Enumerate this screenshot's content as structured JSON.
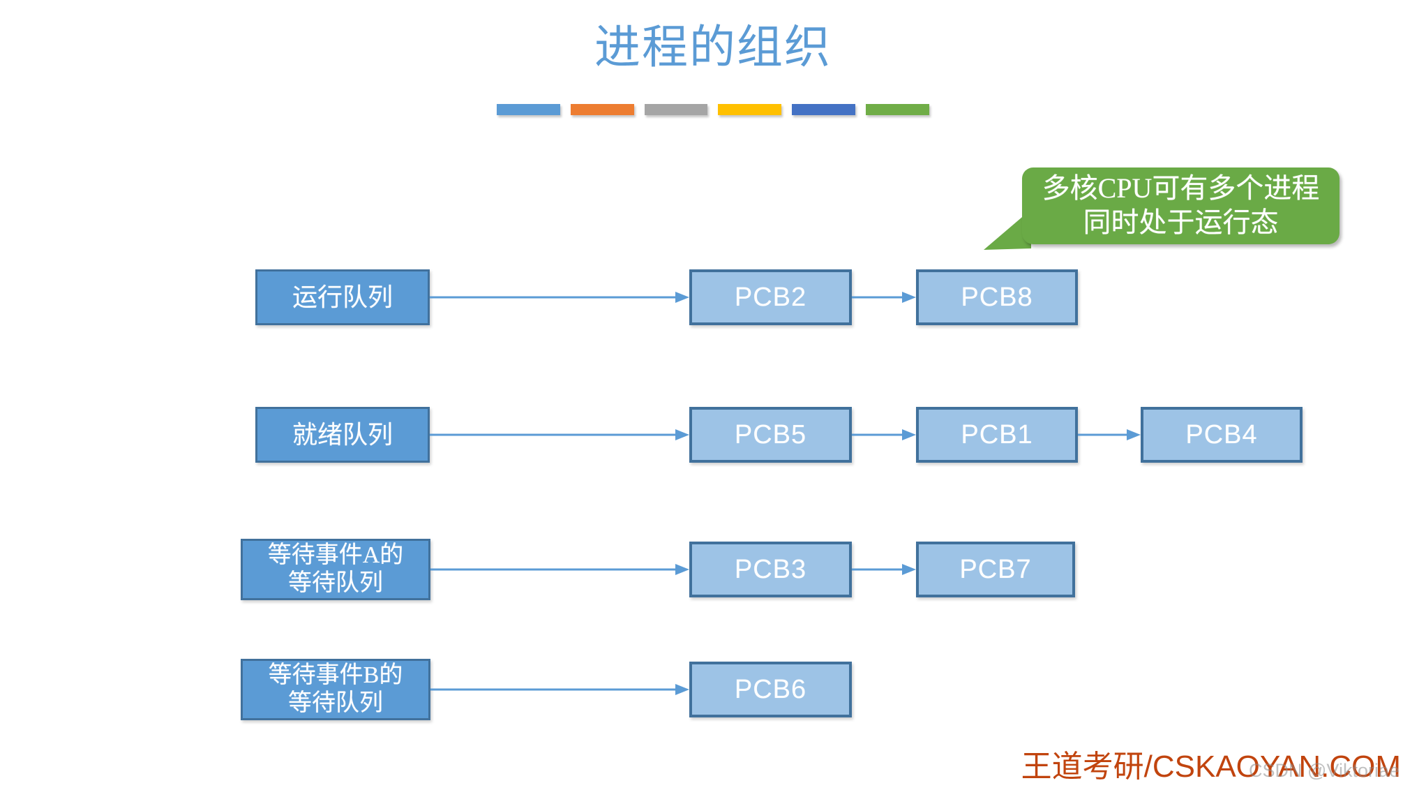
{
  "slide": {
    "title": "进程的组织",
    "title_color": "#5b9bd5",
    "background": "#ffffff"
  },
  "accent_bars": [
    {
      "name": "bar-blue",
      "color": "#5b9bd5"
    },
    {
      "name": "bar-orange",
      "color": "#ed7d31"
    },
    {
      "name": "bar-gray",
      "color": "#a5a5a5"
    },
    {
      "name": "bar-yellow",
      "color": "#ffc000"
    },
    {
      "name": "bar-navy",
      "color": "#4472c4"
    },
    {
      "name": "bar-green",
      "color": "#70ad47"
    }
  ],
  "callout": {
    "line1": "多核CPU可有多个进程",
    "line2": "同时处于运行态",
    "fill": "#6aaa46",
    "text_color": "#ffffff"
  },
  "diagram": {
    "queue_fill": "#5b9bd5",
    "queue_border": "#41719c",
    "pcb_fill": "#9dc3e6",
    "pcb_border": "#41719c",
    "arrow_color": "#5b9bd5",
    "rows": [
      {
        "queue_label": "运行队列",
        "pcbs": [
          "PCB2",
          "PCB8"
        ]
      },
      {
        "queue_label": "就绪队列",
        "pcbs": [
          "PCB5",
          "PCB1",
          "PCB4"
        ]
      },
      {
        "queue_label": "等待事件A的\n等待队列",
        "pcbs": [
          "PCB3",
          "PCB7"
        ]
      },
      {
        "queue_label": "等待事件B的\n等待队列",
        "pcbs": [
          "PCB6"
        ]
      }
    ]
  },
  "footer": {
    "brand": "王道考研/CSKAOYAN.COM",
    "brand_color": "#c1440e",
    "watermark": "CSDN @Viktoriae"
  }
}
